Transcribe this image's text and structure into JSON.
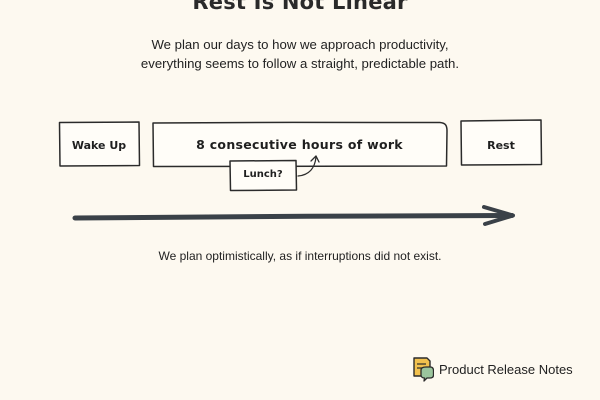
{
  "header": {
    "title": "Rest Is Not Linear",
    "subtitle_lines": [
      "We plan our days to how we approach productivity,",
      "everything seems to follow a straight, predictable path."
    ]
  },
  "diagram": {
    "nodes": {
      "wake_up": "Wake Up",
      "work": "8 consecutive hours of work",
      "rest": "Rest",
      "lunch": "Lunch?"
    },
    "caption": "We plan optimistically, as if interruptions did not exist."
  },
  "branding": {
    "name": "Product Release Notes",
    "logo_icon": "notes-chat-icon"
  },
  "colors": {
    "background": "#fdf9f0",
    "ink": "#2b2b2b",
    "arrow": "#3a4148",
    "logo_yellow": "#f2c14e",
    "logo_green": "#9bc59d"
  }
}
